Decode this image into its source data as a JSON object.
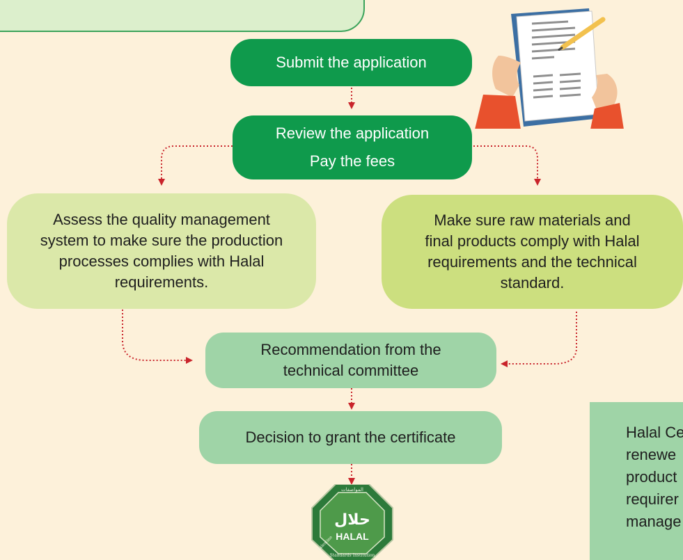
{
  "flow": {
    "step1": "Submit the application",
    "step2_line1": "Review the application",
    "step2_line2": "Pay the fees",
    "left_branch": [
      "Assess the quality management",
      "system to make sure the production",
      "processes complies with Halal",
      "requirements."
    ],
    "right_branch": [
      "Make sure raw materials and",
      "final products comply with Halal",
      "requirements and the technical",
      "standard."
    ],
    "recommendation": [
      "Recommendation from the",
      "technical committee"
    ],
    "decision": "Decision to grant the certificate"
  },
  "side_note": [
    "Halal Ce",
    "renewe",
    "product",
    "requirer",
    "manage"
  ],
  "logo": {
    "main_text": "HALAL",
    "arabic_text": "حلال",
    "ring_top": "المواصفات",
    "ring_bottom": "Standards Institution",
    "ring_left": "Palestine"
  },
  "colors": {
    "background": "#fdf1da",
    "dark_green": "#0f9a4c",
    "lime": "#ccdf7f",
    "light_lime": "#dbe8a9",
    "mint": "#9fd4a7",
    "arrow": "#c9242b"
  },
  "icons": [
    "document-hands-illustration",
    "halal-logo-icon"
  ]
}
